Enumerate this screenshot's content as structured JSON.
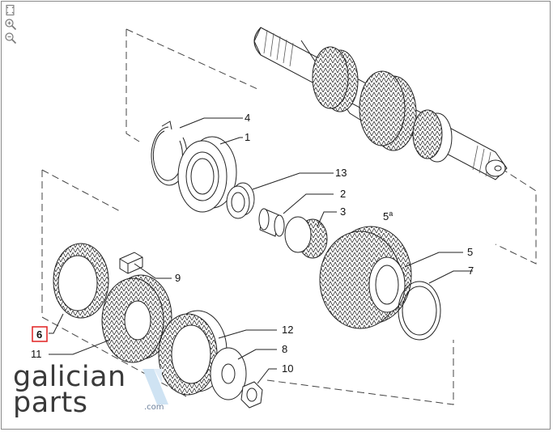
{
  "toolbar": {
    "tools": [
      {
        "name": "fit-page-icon",
        "label": "fit"
      },
      {
        "name": "zoom-in-icon",
        "label": "zoom in"
      },
      {
        "name": "zoom-out-icon",
        "label": "zoom out"
      }
    ]
  },
  "callouts": {
    "c4": "4",
    "c1": "1",
    "c13": "13",
    "c2": "2",
    "c3": "3",
    "c5a_num": "5",
    "c5a_sup": "a",
    "c5": "5",
    "c7": "7",
    "c9": "9",
    "c6": "6",
    "c11": "11",
    "c12": "12",
    "c8": "8",
    "c10": "10"
  },
  "selected_callout": "6",
  "colors": {
    "highlight": "#e02020",
    "line": "#222222",
    "dash": "#444444",
    "logo_text": "#3a3a3a",
    "logo_accent": "#cfe3f3"
  },
  "logo": {
    "line1": "galician",
    "line2": "parts",
    "domain": ".com"
  }
}
